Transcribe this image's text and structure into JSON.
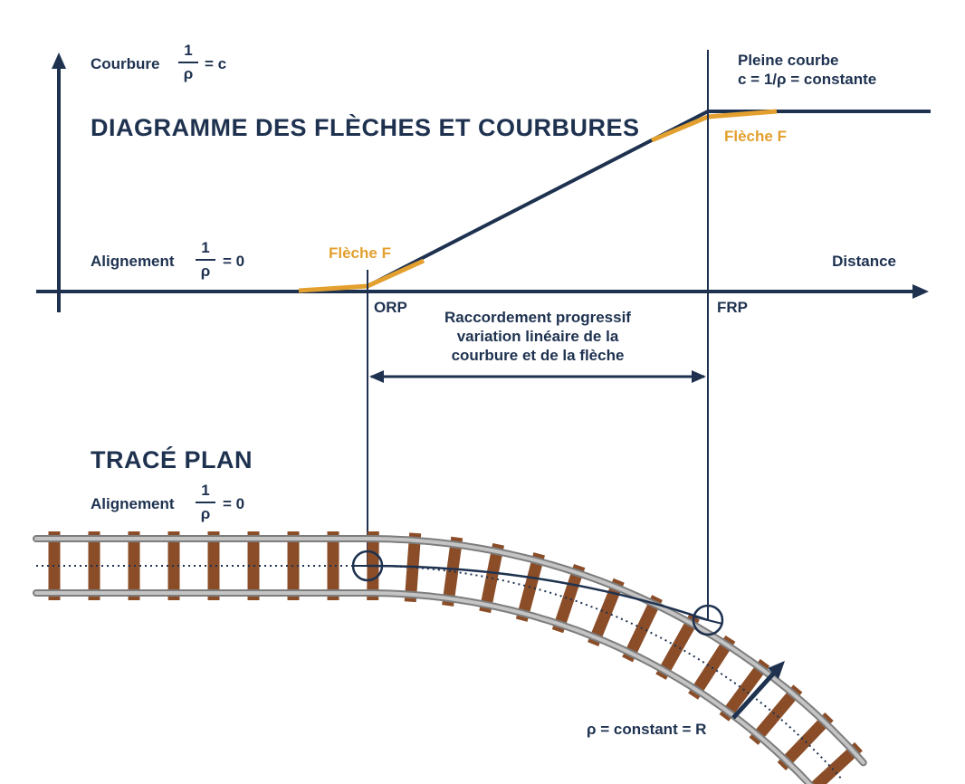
{
  "titles": {
    "diagram": "DIAGRAMME DES FLÈCHES ET COURBURES",
    "plan": "TRACÉ PLAN"
  },
  "labels": {
    "courbure": "Courbure",
    "courbure_eq": "= c",
    "alignement": "Alignement",
    "alignement_eq": "= 0",
    "plan_alignement": "Alignement",
    "plan_alignement_eq": "= 0",
    "fraction_num": "1",
    "fraction_den": "ρ",
    "distance": "Distance",
    "pleine_courbe_1": "Pleine courbe",
    "pleine_courbe_2": "c = 1/ρ = constante",
    "fleche_left": "Flèche F",
    "fleche_right": "Flèche F",
    "orp": "ORP",
    "frp": "FRP",
    "raccordement_1": "Raccordement progressif",
    "raccordement_2": "variation linéaire de la",
    "raccordement_3": "courbure et de la flèche",
    "rho_constant": "ρ = constant = R"
  },
  "colors": {
    "navy": "#1e3250",
    "orange": "#e3a02f",
    "rail": "#a6a6a6",
    "tie": "#8a4d28"
  }
}
